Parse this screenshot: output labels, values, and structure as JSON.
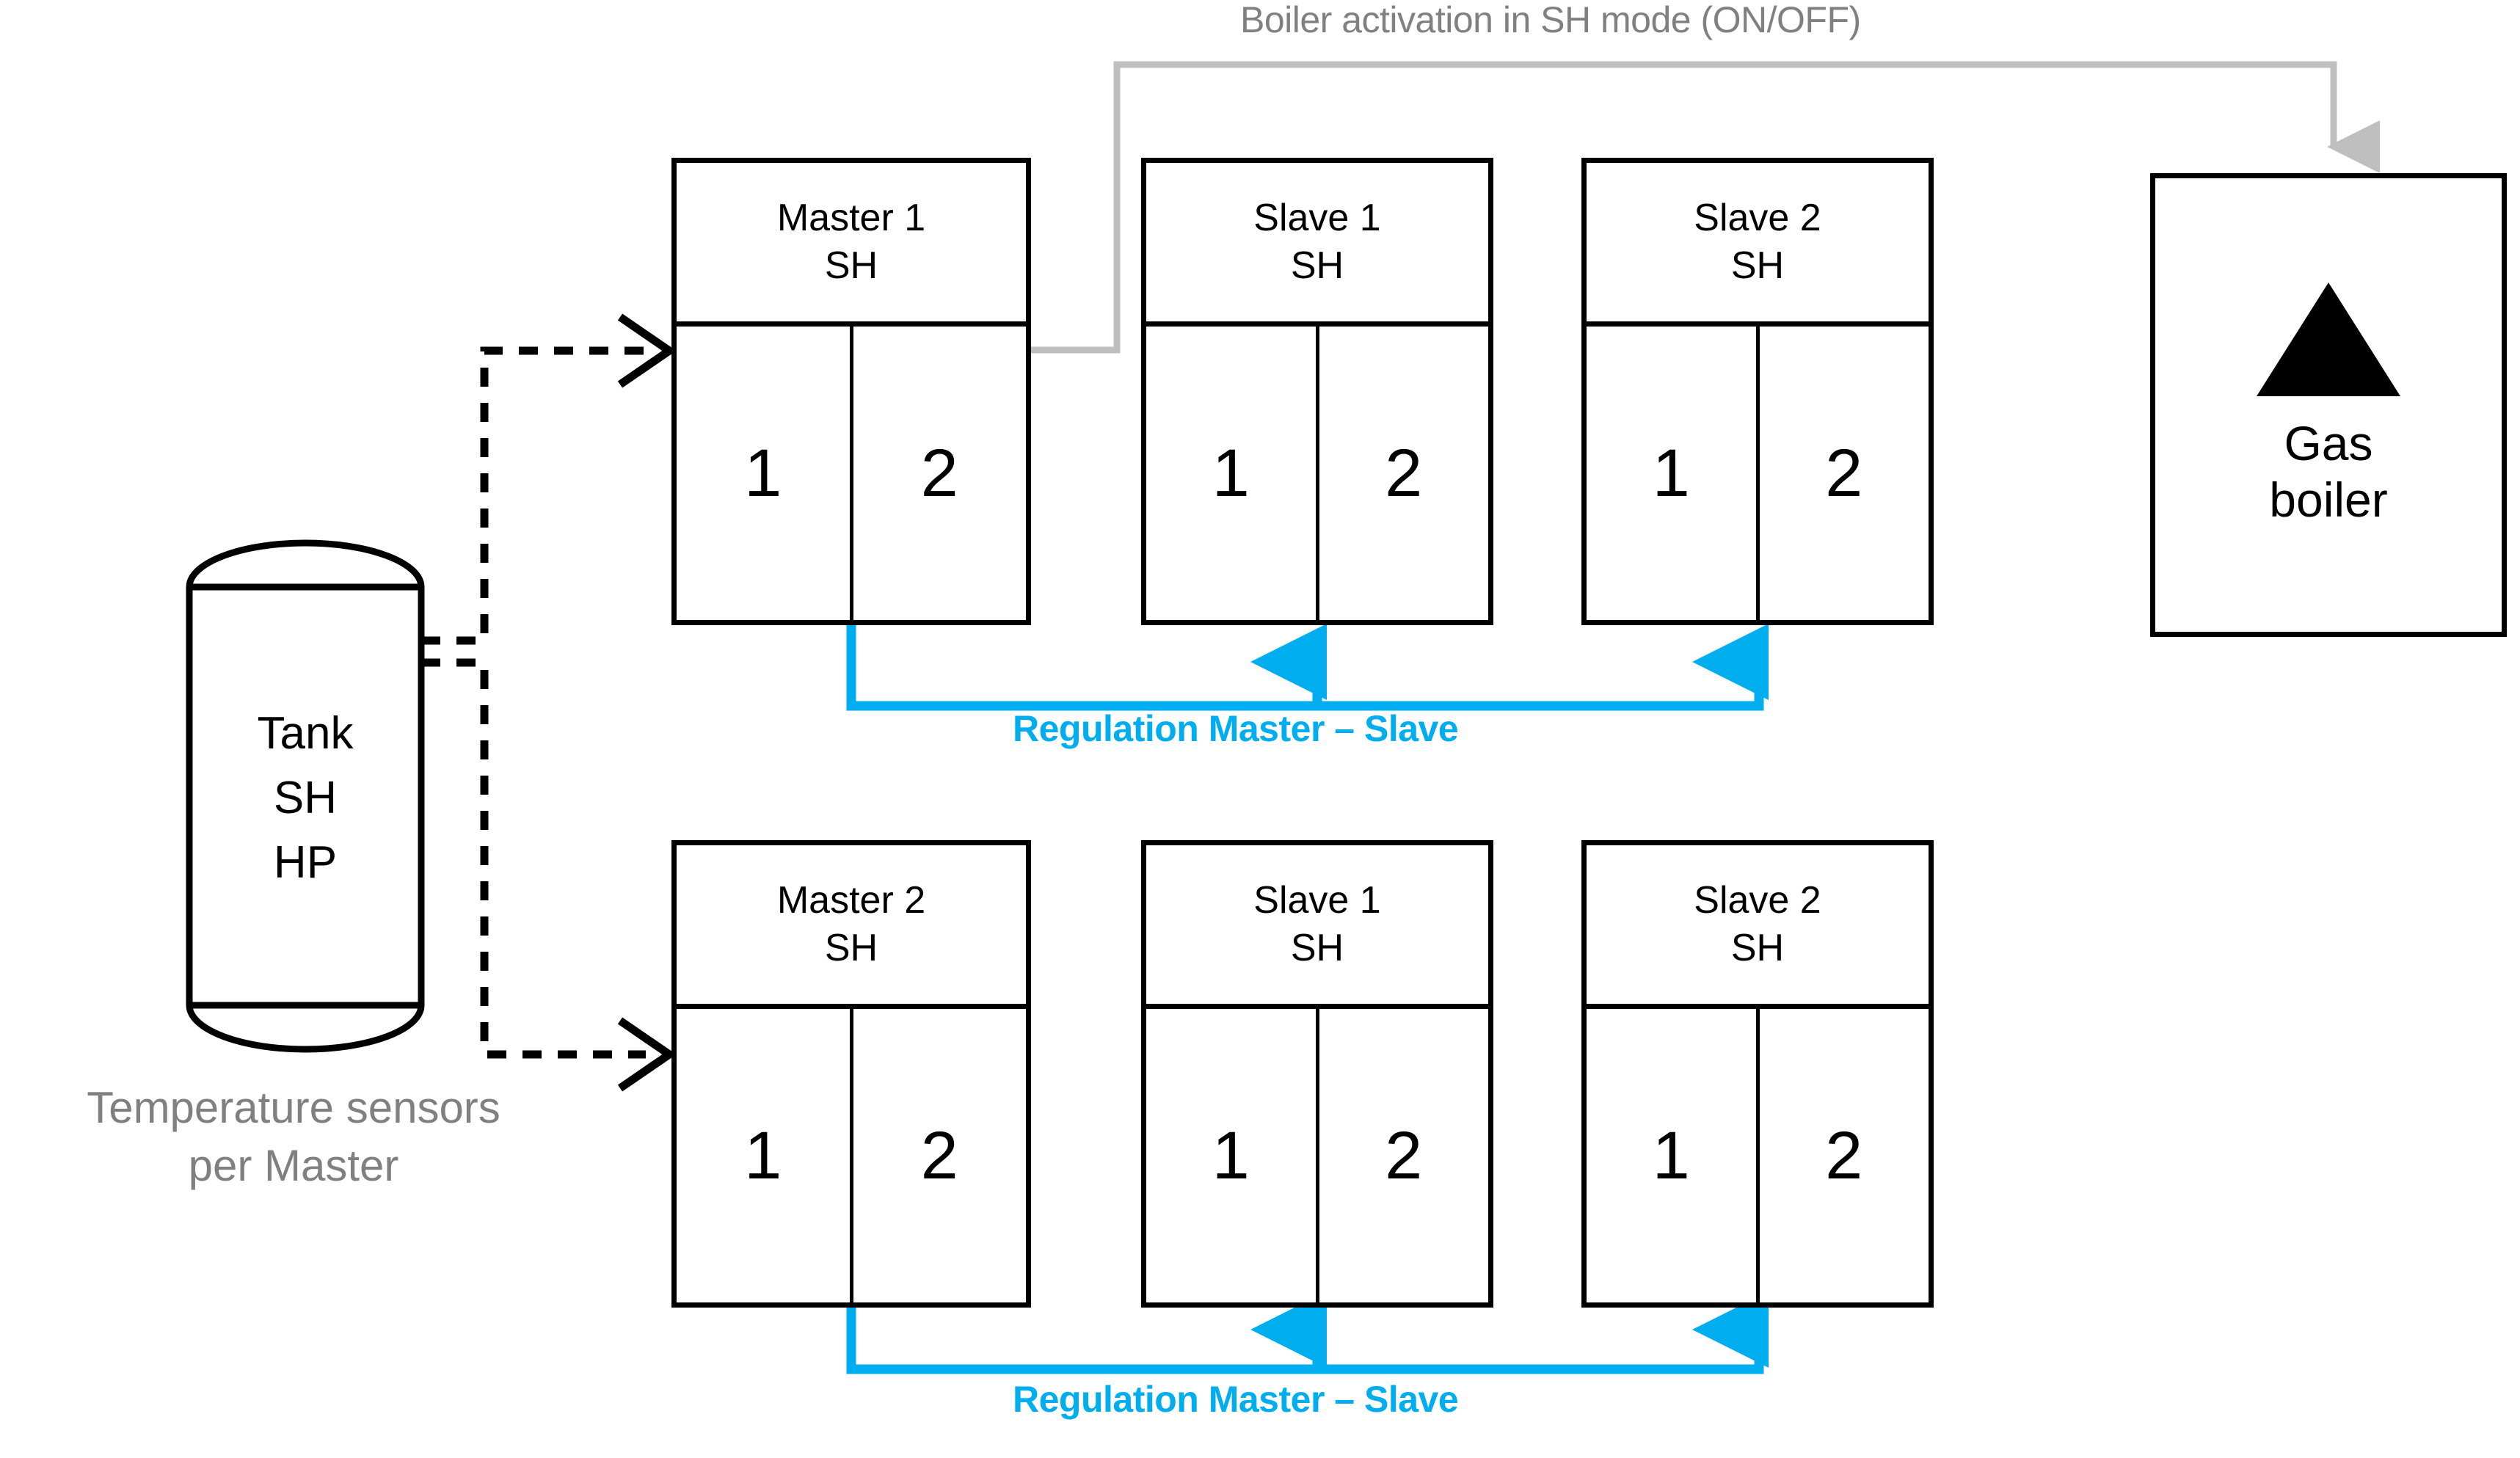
{
  "diagram": {
    "title_label": "Boiler activation in SH mode (ON/OFF)",
    "sensors_caption_line1": "Temperature sensors",
    "sensors_caption_line2": "per Master",
    "regulation_label_top": "Regulation Master – Slave",
    "regulation_label_bottom": "Regulation Master – Slave",
    "colors": {
      "cyan": "#00AEEF",
      "gray": "#BFBFBF",
      "gray_text": "#808080",
      "black": "#000000"
    }
  },
  "tank": {
    "line1": "Tank",
    "line2": "SH",
    "line3": "HP"
  },
  "gas_boiler": {
    "line1": "Gas",
    "line2": "boiler",
    "icon": "triangle-icon"
  },
  "rows": [
    {
      "id": "row-1",
      "units": [
        {
          "id": "master-1",
          "title": "Master 1",
          "subtitle": "SH",
          "cell_left": "1",
          "cell_right": "2"
        },
        {
          "id": "row1-slave-1",
          "title": "Slave 1",
          "subtitle": "SH",
          "cell_left": "1",
          "cell_right": "2"
        },
        {
          "id": "row1-slave-2",
          "title": "Slave 2",
          "subtitle": "SH",
          "cell_left": "1",
          "cell_right": "2"
        }
      ]
    },
    {
      "id": "row-2",
      "units": [
        {
          "id": "master-2",
          "title": "Master 2",
          "subtitle": "SH",
          "cell_left": "1",
          "cell_right": "2"
        },
        {
          "id": "row2-slave-1",
          "title": "Slave 1",
          "subtitle": "SH",
          "cell_left": "1",
          "cell_right": "2"
        },
        {
          "id": "row2-slave-2",
          "title": "Slave 2",
          "subtitle": "SH",
          "cell_left": "1",
          "cell_right": "2"
        }
      ]
    }
  ]
}
